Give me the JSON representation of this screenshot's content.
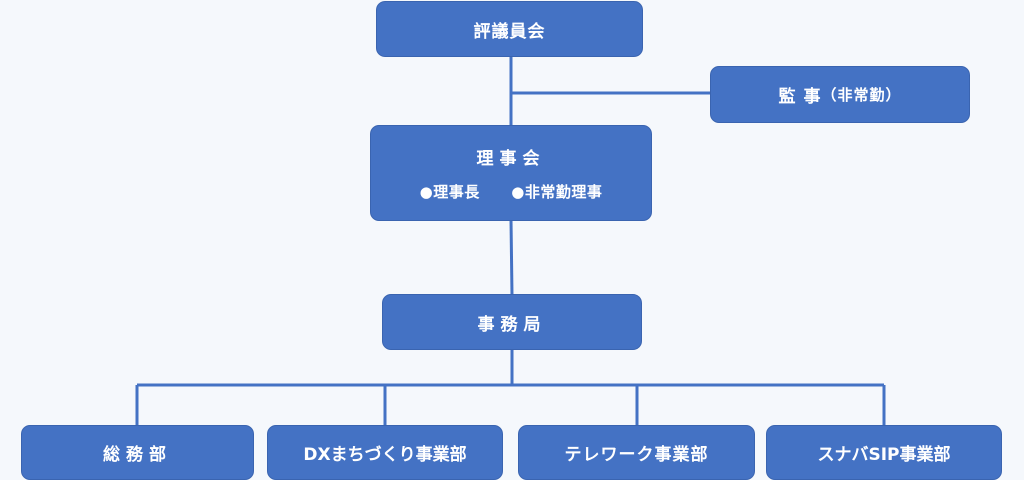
{
  "nodes": {
    "council": {
      "label": "評議員会"
    },
    "auditor": {
      "label": "監 事",
      "note": "（非常勤）"
    },
    "board": {
      "label": "理事会",
      "members": [
        "●理事長",
        "●非常勤理事"
      ]
    },
    "secretariat": {
      "label": "事務局"
    },
    "departments": [
      {
        "label": "総務部"
      },
      {
        "label": "DXまちづくり事業部"
      },
      {
        "label": "テレワーク事業部"
      },
      {
        "label": "スナバSIP事業部"
      }
    ]
  },
  "colors": {
    "box_fill": "#4472c4",
    "box_border": "#3a64b0",
    "connector": "#4472c4",
    "text": "#ffffff",
    "background": "#f5f8fc"
  }
}
